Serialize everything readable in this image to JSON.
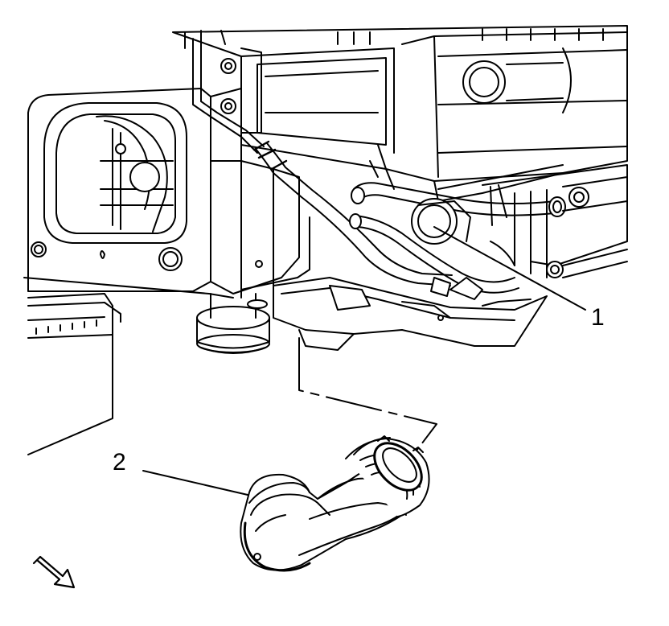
{
  "callouts": [
    {
      "id": "1",
      "label": "1"
    },
    {
      "id": "2",
      "label": "2"
    }
  ],
  "direction_indicator": {
    "icon": "forward-arrow-icon"
  },
  "colors": {
    "line": "#000000",
    "background": "#ffffff",
    "shade": "#d9d9d9",
    "light": "#ececec"
  }
}
